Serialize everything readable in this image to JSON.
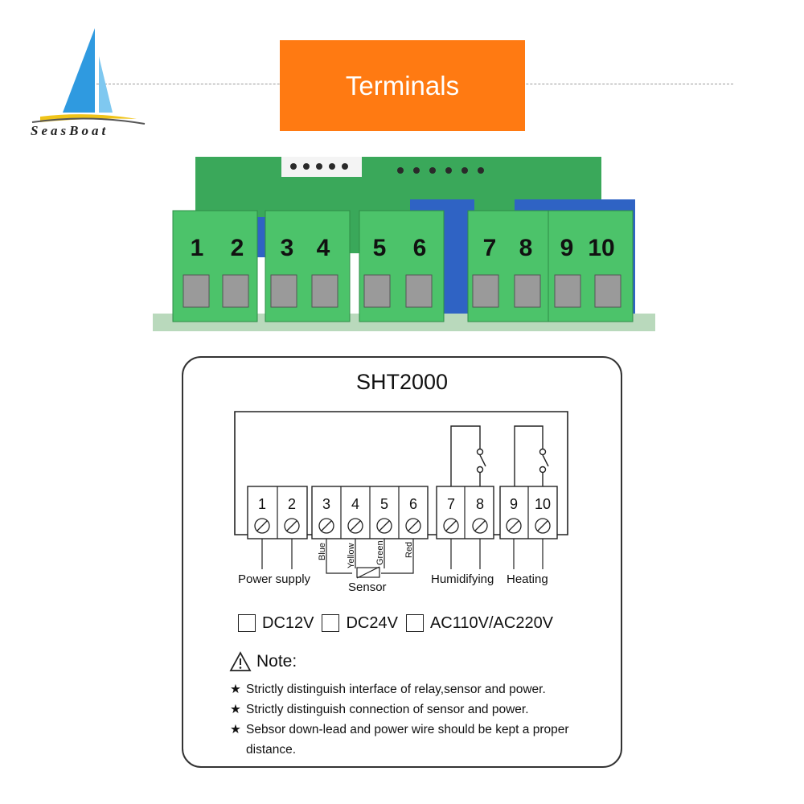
{
  "header": {
    "title": "Terminals",
    "brand": "SeasBoat"
  },
  "board": {
    "terminal_labels": [
      "1",
      "2",
      "3",
      "4",
      "5",
      "6",
      "7",
      "8",
      "9",
      "10"
    ]
  },
  "diagram": {
    "model": "SHT2000",
    "terminals": [
      "1",
      "2",
      "3",
      "4",
      "5",
      "6",
      "7",
      "8",
      "9",
      "10"
    ],
    "wire_colors": [
      "Blue",
      "Yellow",
      "Green",
      "Red"
    ],
    "labels": {
      "power_supply": "Power supply",
      "sensor": "Sensor",
      "humidifying": "Humidifying",
      "heating": "Heating"
    }
  },
  "voltage_options": [
    "DC12V",
    "DC24V",
    "AC110V/AC220V"
  ],
  "note": {
    "heading": "Note:",
    "items": [
      "Strictly distinguish interface of relay,sensor and power.",
      "Strictly distinguish connection of sensor and power.",
      "Sebsor down-lead and power wire should be kept a proper distance."
    ]
  },
  "colors": {
    "banner": "#ff7a12",
    "pcb_green": "#3aa85a",
    "terminal_green": "#4cc36a",
    "relay_blue": "#2f63c4"
  }
}
